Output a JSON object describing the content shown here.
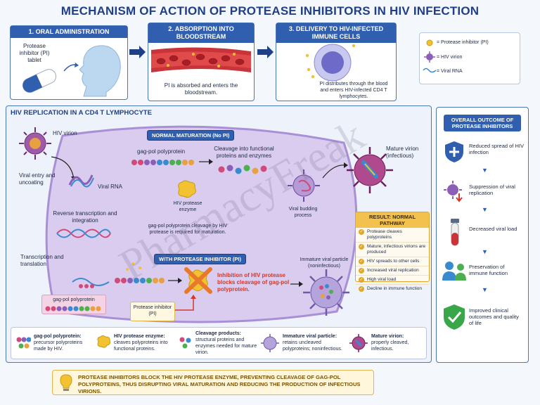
{
  "title": "MECHANISM OF ACTION OF PROTEASE INHIBITORS IN HIV INFECTION",
  "steps": [
    {
      "title": "1. ORAL ADMINISTRATION",
      "label": "Protease inhibitor (PI) tablet"
    },
    {
      "title": "2. ABSORPTION INTO BLOODSTREAM",
      "caption": "PI is absorbed and enters the bloodstream."
    },
    {
      "title": "3. DELIVERY TO HIV-INFECTED IMMUNE CELLS",
      "caption": "PI distributes through the blood and enters HIV-infected CD4 T lymphocytes."
    }
  ],
  "legend": [
    "= Protease inhibitor (PI)",
    "= HIV virion",
    "= Viral RNA"
  ],
  "replication": {
    "title": "HIV REPLICATION IN A CD4 T LYMPHOCYTE",
    "hiv_virion": "HIV virion",
    "viral_entry": "Viral entry and uncoating",
    "viral_rna": "Viral RNA",
    "reverse_transcription": "Reverse transcription and integration",
    "transcription": "Transcription and translation",
    "gag_pol_box": "gag-pol polyprotein"
  },
  "normal": {
    "badge": "NORMAL MATURATION (No PI)",
    "gagpol": "gag-pol polyprotein",
    "cleavage": "Cleavage into functional proteins and enzymes",
    "enzyme": "HIV protease enzyme",
    "note": "gag-pol polyprotein cleavage by HIV protease is required for maturation.",
    "budding": "Viral budding process",
    "mature": "Mature virion (infectious)"
  },
  "result": {
    "title": "RESULT: NORMAL PATHWAY",
    "items": [
      "Protease cleaves polyproteins",
      "Mature, infectious virions are produced",
      "HIV spreads to other cells",
      "Increased viral replication",
      "High viral load",
      "Decline in immune function"
    ]
  },
  "with_pi": {
    "badge": "WITH PROTEASE INHIBITOR (PI)",
    "pi_label": "Protease inhibitor (PI)",
    "inhibition": "Inhibition of HIV protease blocks cleavage of gag-pol polyprotein.",
    "immature": "Immature viral particle (noninfectious)"
  },
  "bottom_legend": [
    {
      "term": "gag-pol polyprotein:",
      "desc": "precursor polyproteins made by HIV."
    },
    {
      "term": "HIV protease enzyme:",
      "desc": "cleaves polyproteins into functional proteins."
    },
    {
      "term": "Cleavage products:",
      "desc": "structural proteins and enzymes needed for mature virion."
    },
    {
      "term": "Immature viral particle:",
      "desc": "retains uncleaved polyproteins; noninfectious."
    },
    {
      "term": "Mature virion:",
      "desc": "properly cleaved, infectious."
    }
  ],
  "outcome": {
    "title": "OVERALL OUTCOME OF PROTEASE INHIBITORS",
    "items": [
      "Reduced spread of HIV infection",
      "Suppression of viral replication",
      "Decreased viral load",
      "Preservation of immune function",
      "Improved clinical outcomes and quality of life"
    ]
  },
  "summary": "PROTEASE INHIBITORS BLOCK THE HIV PROTEASE ENZYME, PREVENTING CLEAVAGE OF GAG-POL POLYPROTEINS, THUS DISRUPTING VIRAL MATURATION AND REDUCING THE PRODUCTION OF INFECTIOUS VIRIONS.",
  "watermark": "PharmacyFreak",
  "colors": {
    "accent": "#2f5fae",
    "result": "#e0a826",
    "inhibit": "#d4382b",
    "cell": "#c8b6e6",
    "pi": "#f2c230"
  }
}
